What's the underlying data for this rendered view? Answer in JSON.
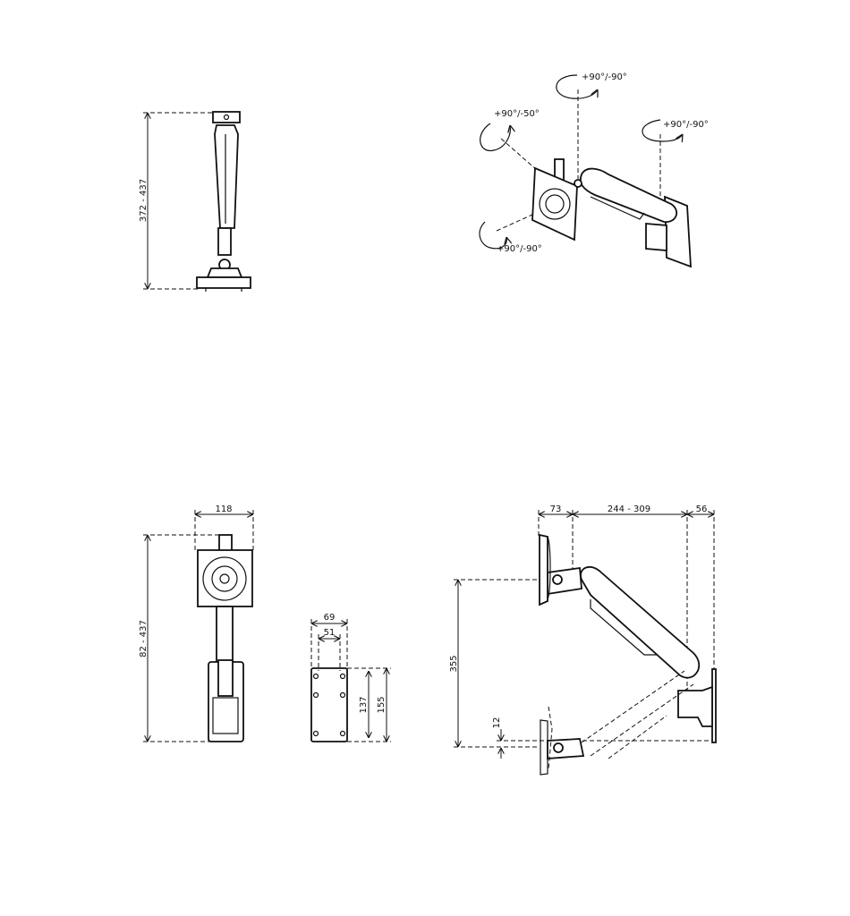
{
  "side_view": {
    "height_label": "372 - 437"
  },
  "iso_view": {
    "rotation_top": "+90°/-90°",
    "rotation_tilt": "+90°/-50°",
    "rotation_wall": "+90°/-90°",
    "rotation_screen": "+90°/-90°"
  },
  "front_view": {
    "width_label": "118",
    "height_label": "82 - 437"
  },
  "wall_plate": {
    "width_outer": "69",
    "width_inner": "51",
    "height_inner": "137",
    "height_outer": "155"
  },
  "profile_view": {
    "offset_label": "73",
    "reach_label": "244 - 309",
    "depth_label": "56",
    "vertical_travel_label": "355",
    "drop_label": "12"
  }
}
